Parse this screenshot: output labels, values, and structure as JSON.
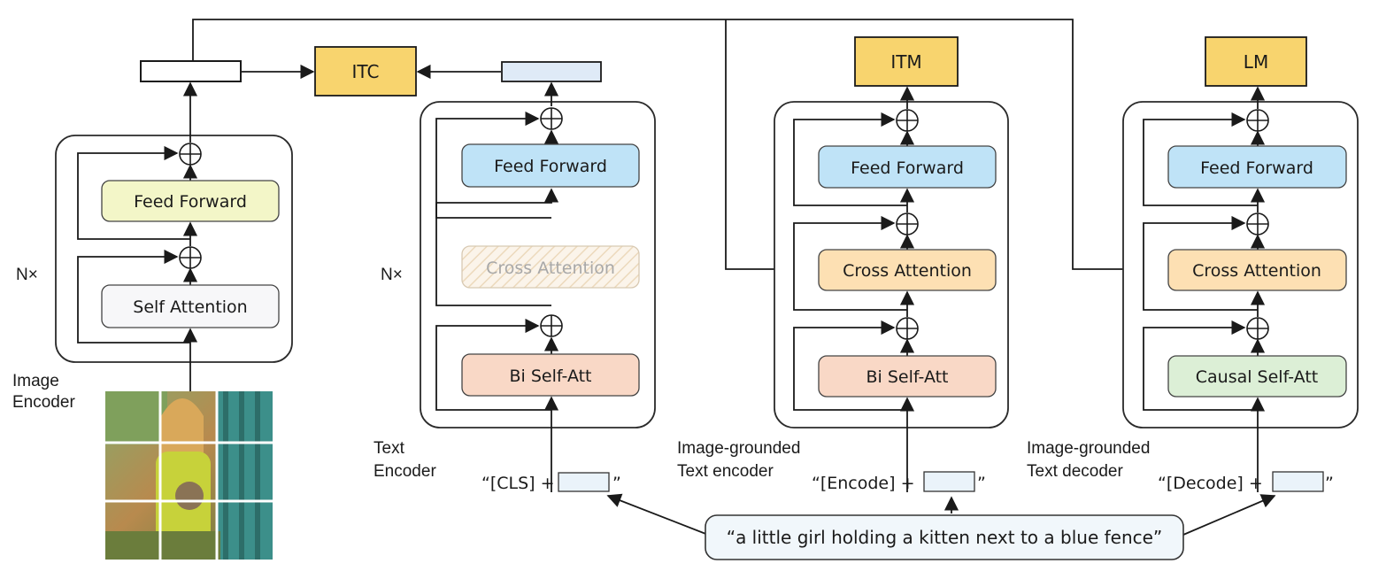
{
  "image_encoder": {
    "label_line1": "Image",
    "label_line2": "Encoder",
    "repeat": "N×",
    "feed_forward": "Feed Forward",
    "self_attention": "Self Attention"
  },
  "text_encoder": {
    "label_line1": "Text",
    "label_line2": "Encoder",
    "repeat": "N×",
    "feed_forward": "Feed Forward",
    "cross_attention": "Cross Attention",
    "self_att": "Bi Self-Att",
    "input_prefix": "“[CLS] +",
    "input_suffix": "”"
  },
  "grounded_encoder": {
    "label_line1": "Image-grounded",
    "label_line2": "Text encoder",
    "feed_forward": "Feed Forward",
    "cross_attention": "Cross Attention",
    "self_att": "Bi Self-Att",
    "input_prefix": "“[Encode] +",
    "input_suffix": "”"
  },
  "grounded_decoder": {
    "label_line1": "Image-grounded",
    "label_line2": "Text decoder",
    "feed_forward": "Feed Forward",
    "cross_attention": "Cross Attention",
    "self_att": "Causal Self-Att",
    "input_prefix": "“[Decode] +",
    "input_suffix": "”"
  },
  "objectives": {
    "itc": "ITC",
    "itm": "ITM",
    "lm": "LM"
  },
  "caption": "“a little girl holding a kitten next to a blue fence”",
  "colors": {
    "objective": "#f8d46e",
    "feed_forward_image": "#f3f6c8",
    "feed_forward_text": "#bfe3f7",
    "self_attention_image": "#f7f7f9",
    "cross_attention": "#fde0b3",
    "bi_self_att": "#f9d8c6",
    "causal_self_att": "#dcefd6",
    "caption_box": "#f1f7fb",
    "token_box": "#eaf3fa",
    "image_embed": "#ffffff",
    "text_embed": "#dfeaf7"
  }
}
